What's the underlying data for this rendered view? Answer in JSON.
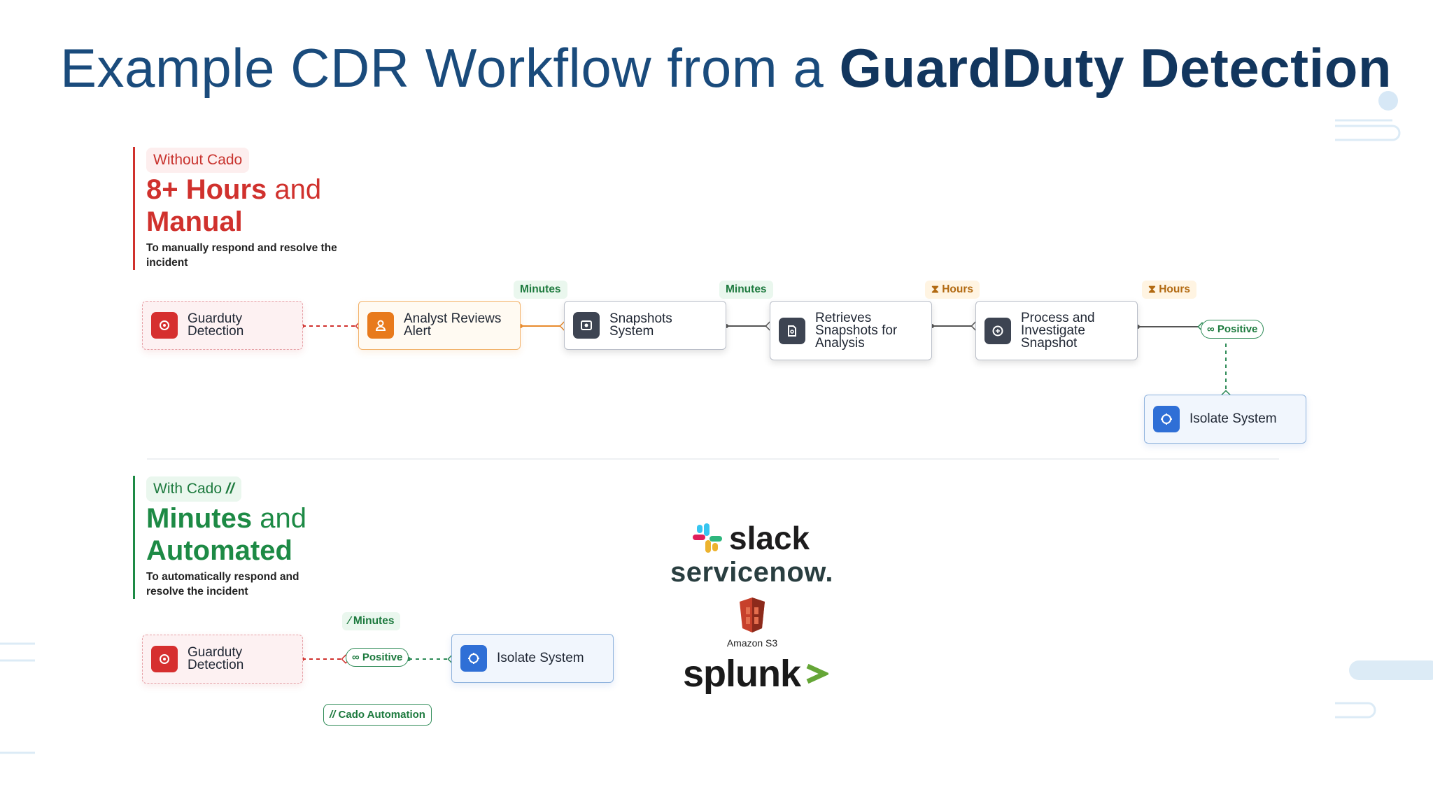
{
  "title": {
    "regular": "Example CDR Workflow from a ",
    "bold": "GuardDuty Detection"
  },
  "without": {
    "pill": "Without Cado",
    "headline_bold1": "8+ Hours",
    "headline_thin": " and",
    "headline_bold2": "Manual",
    "sub": "To manually respond and resolve the incident",
    "nodes": {
      "guardduty": "Guarduty Detection",
      "analyst": "Analyst Reviews Alert",
      "snapshots": "Snapshots System",
      "retrieves": "Retrieves Snapshots for Analysis",
      "process": "Process and Investigate Snapshot",
      "isolate": "Isolate System"
    },
    "tags": [
      "Minutes",
      "Minutes",
      "Hours",
      "Hours"
    ],
    "positive": "Positive"
  },
  "with": {
    "pill": "With Cado",
    "headline_bold1": "Minutes",
    "headline_thin": " and",
    "headline_bold2": "Automated",
    "sub": "To automatically respond and resolve the incident",
    "nodes": {
      "guardduty": "Guarduty Detection",
      "isolate": "Isolate System"
    },
    "tag": "Minutes",
    "positive": "Positive",
    "automation": "Cado Automation"
  },
  "logos": {
    "slack": "slack",
    "servicenow": "servicenow.",
    "s3": "Amazon S3",
    "splunk": "splunk"
  },
  "colors": {
    "title": "#1a4b7c",
    "red": "#d0312d",
    "green": "#1d8a45",
    "blue": "#2f6fd6"
  }
}
